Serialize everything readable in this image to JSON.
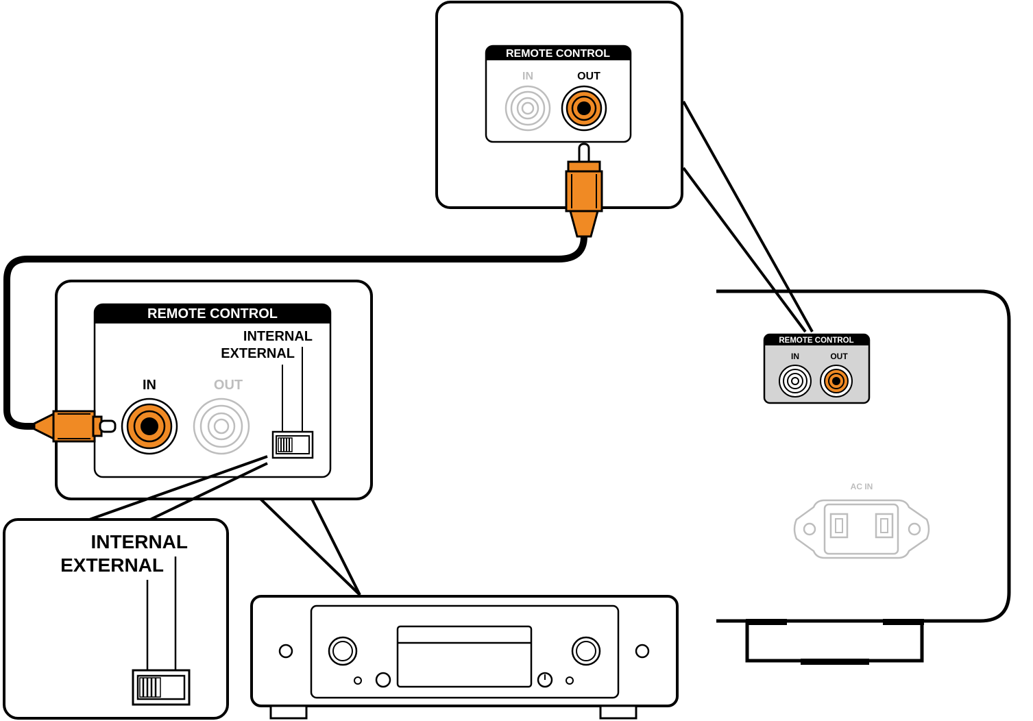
{
  "colors": {
    "accent": "#f08a24",
    "ink": "#000000",
    "muted": "#bdbdbd",
    "panel_fill": "#d4d4d4"
  },
  "top_panel": {
    "title": "REMOTE CONTROL",
    "in_label": "IN",
    "out_label": "OUT"
  },
  "left_panel": {
    "title": "REMOTE CONTROL",
    "internal_label": "INTERNAL",
    "external_label": "EXTERNAL",
    "in_label": "IN",
    "out_label": "OUT"
  },
  "zoom_panel": {
    "internal_label": "INTERNAL",
    "external_label": "EXTERNAL"
  },
  "amp_rear": {
    "remote_title": "REMOTE CONTROL",
    "in_label": "IN",
    "out_label": "OUT",
    "ac_in_label": "AC IN"
  }
}
